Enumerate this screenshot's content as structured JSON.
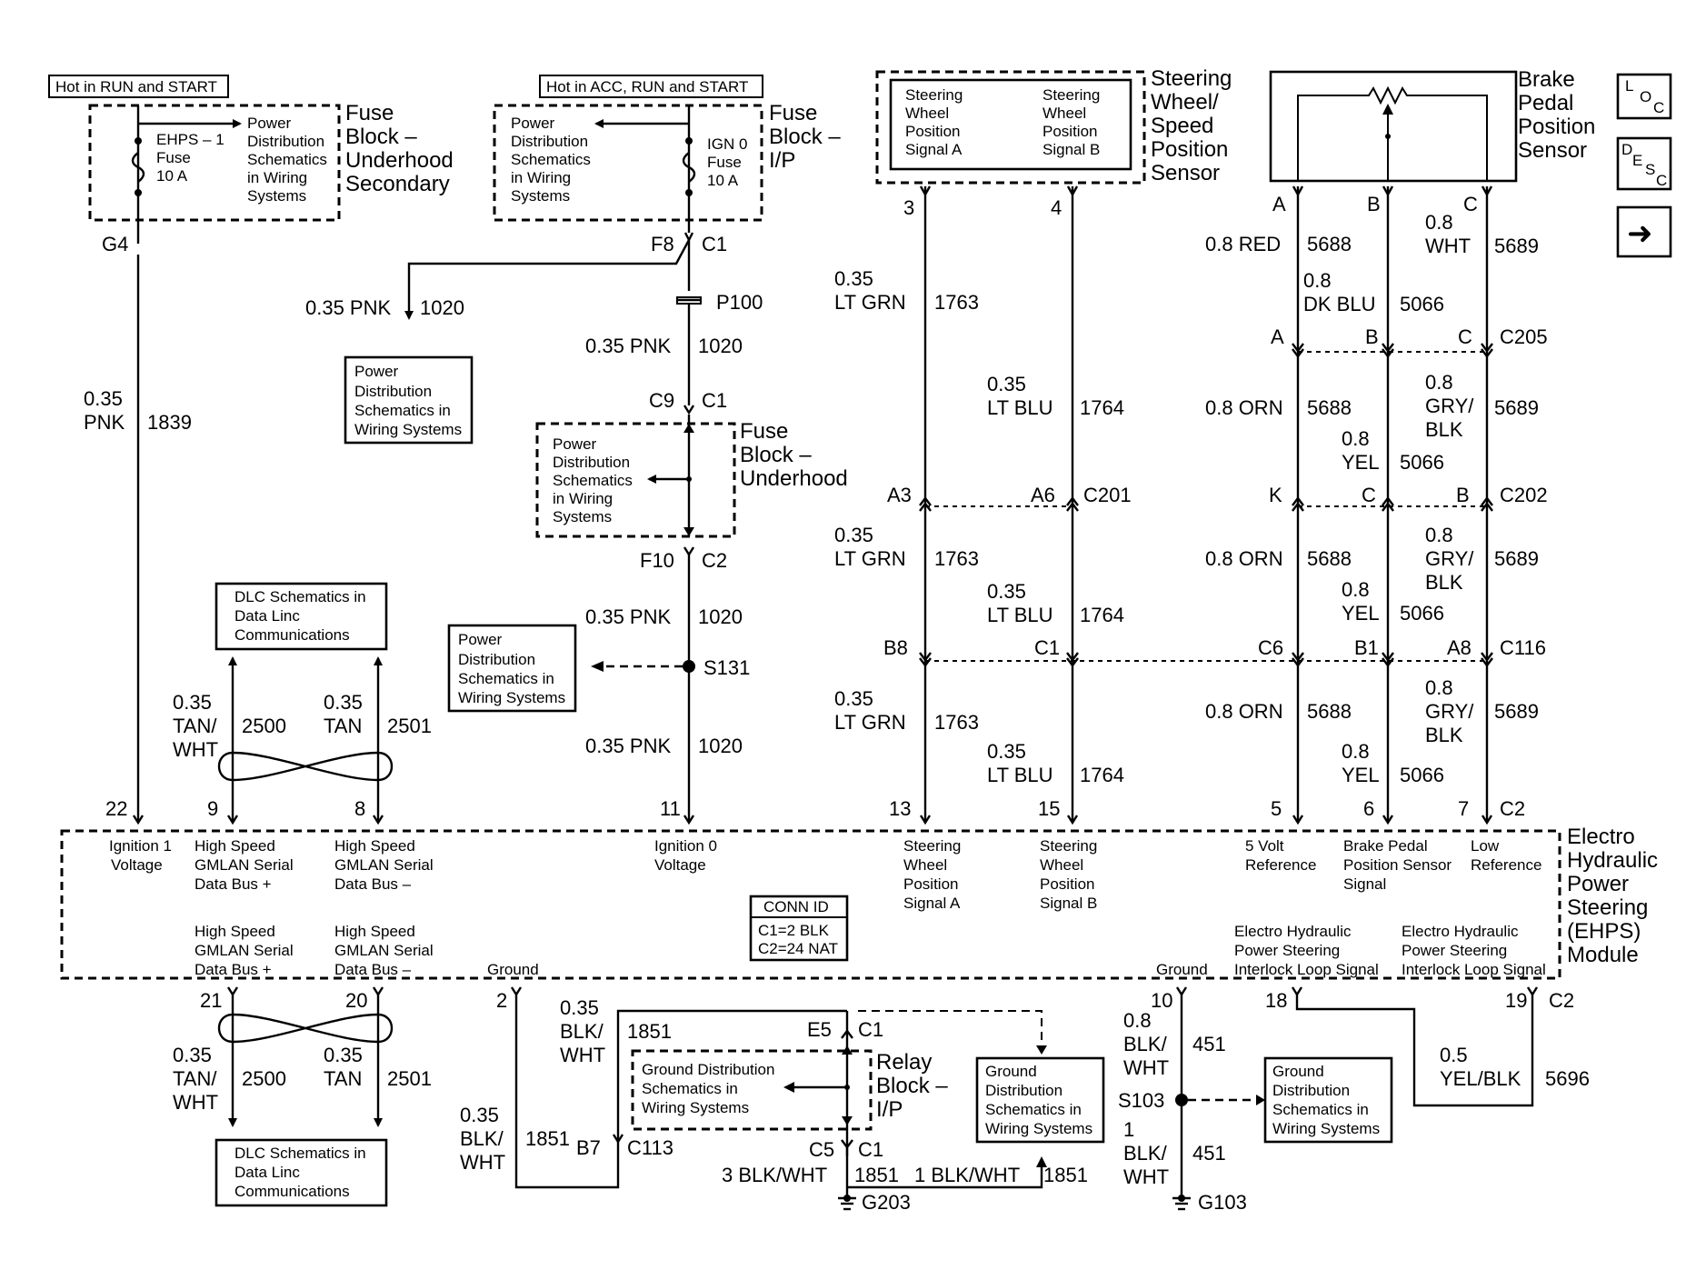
{
  "hot_run_start": "Hot in RUN and START",
  "hot_acc_run_start": "Hot in ACC, RUN and START",
  "fuse_underhood_secondary": [
    "Fuse",
    "Block –",
    "Underhood",
    "Secondary"
  ],
  "fuse_ip": [
    "Fuse",
    "Block –",
    "I/P"
  ],
  "fuse_underhood": [
    "Fuse",
    "Block –",
    "Underhood"
  ],
  "ehps_fuse": [
    "EHPS – 1",
    "Fuse",
    "10 A"
  ],
  "ign0_fuse": [
    "IGN 0",
    "Fuse",
    "10 A"
  ],
  "power_dist_4": [
    "Power",
    "Distribution",
    "Schematics",
    "in Wiring",
    "Systems"
  ],
  "power_dist_short": [
    "Power",
    "Distribution",
    "Schematics in",
    "Wiring Systems"
  ],
  "dlc_ref": [
    "DLC Schematics in",
    "Data Linc",
    "Communications"
  ],
  "ground_dist_3": [
    "Ground Distribution",
    "Schematics in",
    "Wiring Systems"
  ],
  "ground_dist_4": [
    "Ground",
    "Distribution",
    "Schematics in",
    "Wiring Systems"
  ],
  "steering_sensor_title": [
    "Steering",
    "Wheel/",
    "Speed",
    "Position",
    "Sensor"
  ],
  "steering_signal_a": [
    "Steering",
    "Wheel",
    "Position",
    "Signal A"
  ],
  "steering_signal_b": [
    "Steering",
    "Wheel",
    "Position",
    "Signal B"
  ],
  "brake_sensor_title": [
    "Brake",
    "Pedal",
    "Position",
    "Sensor"
  ],
  "relay_block": [
    "Relay",
    "Block –",
    "I/P"
  ],
  "module_title": [
    "Electro",
    "Hydraulic",
    "Power",
    "Steering",
    "(EHPS)",
    "Module"
  ],
  "conn_id": {
    "title": "CONN ID",
    "c1": "C1=2 BLK",
    "c2": "C2=24 NAT"
  },
  "nav": {
    "loc_letters": [
      "L",
      "O",
      "C"
    ],
    "desc_letters": [
      "D",
      "E",
      "S",
      "C"
    ],
    "next_arrow": "➜"
  },
  "pins": {
    "g4": "G4",
    "f8": "F8",
    "c1": "C1",
    "c2": "C2",
    "c9": "C9",
    "f10": "F10",
    "p100": "P100",
    "s131": "S131",
    "s103": "S103",
    "p22": "22",
    "p9": "9",
    "p8": "8",
    "p11": "11",
    "p13": "13",
    "p15": "15",
    "p5": "5",
    "p6": "6",
    "p7": "7",
    "p21": "21",
    "p20": "20",
    "p2": "2",
    "p10": "10",
    "p18": "18",
    "p19": "19",
    "p3": "3",
    "p4": "4",
    "a": "A",
    "b": "B",
    "c": "C",
    "k": "K",
    "c205": "C205",
    "c202": "C202",
    "c201": "C201",
    "c116": "C116",
    "a3": "A3",
    "a6": "A6",
    "b8": "B8",
    "c6": "C6",
    "b1": "B1",
    "a8": "A8",
    "e5": "E5",
    "c5": "C5",
    "b7": "B7",
    "c113": "C113",
    "g203": "G203",
    "g103": "G103"
  },
  "wires": {
    "w035": "0.35",
    "w08": "0.8",
    "w05": "0.5",
    "w1": "1",
    "pnk": "PNK",
    "pnk035": "0.35 PNK",
    "ltgrn": "LT GRN",
    "ltblu": "LT BLU",
    "tanwht": "TAN/",
    "wht": "WHT",
    "tan": "TAN",
    "red08": "0.8 RED",
    "dkblu": "DK BLU",
    "orn08": "0.8 ORN",
    "grybl1": "GRY/",
    "blk": "BLK",
    "yel": "YEL",
    "blkwht": "BLK/",
    "blk3": "3 BLK/WHT",
    "blk1": "1 BLK/WHT",
    "yelblk": "YEL/BLK",
    "n1020": "1020",
    "n1839": "1839",
    "n1763": "1763",
    "n1764": "1764",
    "n5688": "5688",
    "n5066": "5066",
    "n5689": "5689",
    "n2500": "2500",
    "n2501": "2501",
    "n1851": "1851",
    "n451": "451",
    "n5696": "5696"
  },
  "module_labels": {
    "ign1": [
      "Ignition 1",
      "Voltage"
    ],
    "hs_plus": [
      "High Speed",
      "GMLAN Serial",
      "Data Bus +"
    ],
    "hs_minus": [
      "High Speed",
      "GMLAN Serial",
      "Data Bus –"
    ],
    "ign0": [
      "Ignition 0",
      "Voltage"
    ],
    "five_volt": [
      "5 Volt",
      "Reference"
    ],
    "brake_sig": [
      "Brake Pedal",
      "Position Sensor",
      "Signal"
    ],
    "low_ref": [
      "Low",
      "Reference"
    ],
    "interlock": [
      "Electro Hydraulic",
      "Power Steering",
      "Interlock Loop Signal"
    ],
    "ground": "Ground"
  }
}
